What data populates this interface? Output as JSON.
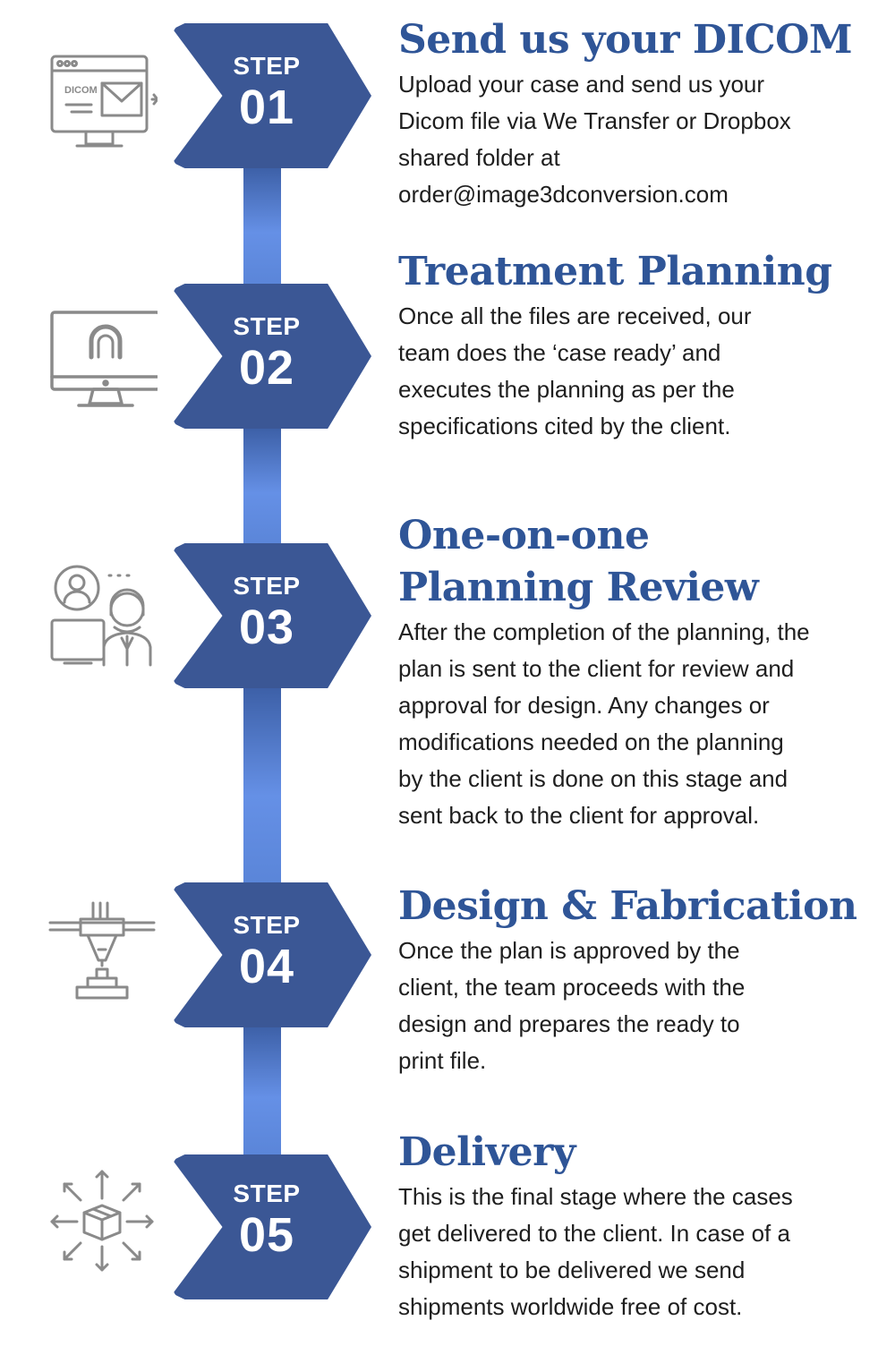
{
  "steps": [
    {
      "label": "STEP",
      "number": "01",
      "icon": "dicom-monitor-mail-icon",
      "title_lines": [
        "Send us your DICOM"
      ],
      "body_lines": [
        "Upload your case and send us your",
        "Dicom file via We Transfer or Dropbox",
        "shared folder at",
        "order@image3dconversion.com"
      ],
      "icon_text": "DICOM"
    },
    {
      "label": "STEP",
      "number": "02",
      "icon": "dental-scan-monitor-icon",
      "title_lines": [
        "Treatment Planning"
      ],
      "body_lines": [
        "Once all  the files are received, our",
        "team does the ‘case ready’ and",
        "executes the planning as per the",
        "specifications cited by the client."
      ]
    },
    {
      "label": "STEP",
      "number": "03",
      "icon": "video-consultation-icon",
      "title_lines": [
        "One-on-one",
        "Planning Review"
      ],
      "body_lines": [
        "After the completion of the planning, the",
        "plan is sent to the client for review and",
        "approval for design. Any changes or",
        "modifications needed on the planning",
        "by the client is done on this stage and",
        "sent back to the client for approval."
      ]
    },
    {
      "label": "STEP",
      "number": "04",
      "icon": "3d-printer-icon",
      "title_lines": [
        "Design & Fabrication"
      ],
      "body_lines": [
        "Once the plan is approved by the",
        "client, the team proceeds with the",
        "design and prepares the ready to",
        "print file."
      ]
    },
    {
      "label": "STEP",
      "number": "05",
      "icon": "package-delivery-icon",
      "title_lines": [
        "Delivery"
      ],
      "body_lines": [
        "This is the final stage where the cases",
        "get delivered to the client. In case of a",
        "shipment to be delivered we send",
        "shipments worldwide free of cost."
      ]
    }
  ],
  "colors": {
    "chevron": "#3b5795",
    "title": "#2f5597",
    "body": "#1e1e1e",
    "icon": "#8a8a8a"
  }
}
